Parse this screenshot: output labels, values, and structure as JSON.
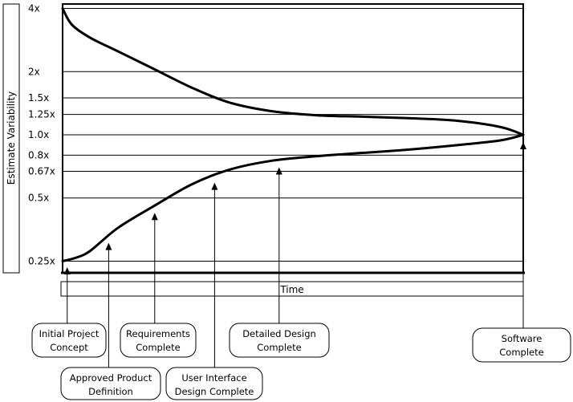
{
  "chart_data": {
    "type": "line",
    "title": "",
    "xlabel": "Time",
    "ylabel": "Estimate Variability",
    "y_scale": "log",
    "ylim": [
      0.22,
      4.2
    ],
    "xlim": [
      0,
      100
    ],
    "y_ticks": [
      {
        "value": 4,
        "label": "4x"
      },
      {
        "value": 2,
        "label": "2x"
      },
      {
        "value": 1.5,
        "label": "1.5x"
      },
      {
        "value": 1.25,
        "label": "1.25x"
      },
      {
        "value": 1.0,
        "label": "1.0x"
      },
      {
        "value": 0.8,
        "label": "0.8x"
      },
      {
        "value": 0.67,
        "label": "0.67x"
      },
      {
        "value": 0.5,
        "label": "0.5x"
      },
      {
        "value": 0.25,
        "label": "0.25x"
      }
    ],
    "grid": true,
    "series": [
      {
        "color": "#000000",
        "x": [
          0,
          2,
          6,
          12,
          20,
          28,
          36,
          45,
          55,
          65,
          75,
          85,
          95,
          100
        ],
        "y": [
          4.0,
          3.35,
          2.9,
          2.5,
          2.05,
          1.68,
          1.43,
          1.3,
          1.24,
          1.22,
          1.2,
          1.17,
          1.09,
          1.0
        ]
      },
      {
        "color": "#000000",
        "x": [
          0,
          3,
          6,
          12,
          20,
          28,
          36,
          45,
          55,
          65,
          75,
          85,
          95,
          100
        ],
        "y": [
          0.25,
          0.26,
          0.28,
          0.36,
          0.46,
          0.58,
          0.68,
          0.75,
          0.79,
          0.82,
          0.85,
          0.89,
          0.94,
          1.0
        ]
      }
    ],
    "milestones": [
      {
        "label": [
          "Initial Project",
          "Concept"
        ],
        "x": 1
      },
      {
        "label": [
          "Approved Product",
          "Definition"
        ],
        "x": 10
      },
      {
        "label": [
          "Requirements",
          "Complete"
        ],
        "x": 20
      },
      {
        "label": [
          "User Interface",
          "Design Complete"
        ],
        "x": 33
      },
      {
        "label": [
          "Detailed Design",
          "Complete"
        ],
        "x": 47
      },
      {
        "label": [
          "Software",
          "Complete"
        ],
        "x": 100
      }
    ]
  }
}
